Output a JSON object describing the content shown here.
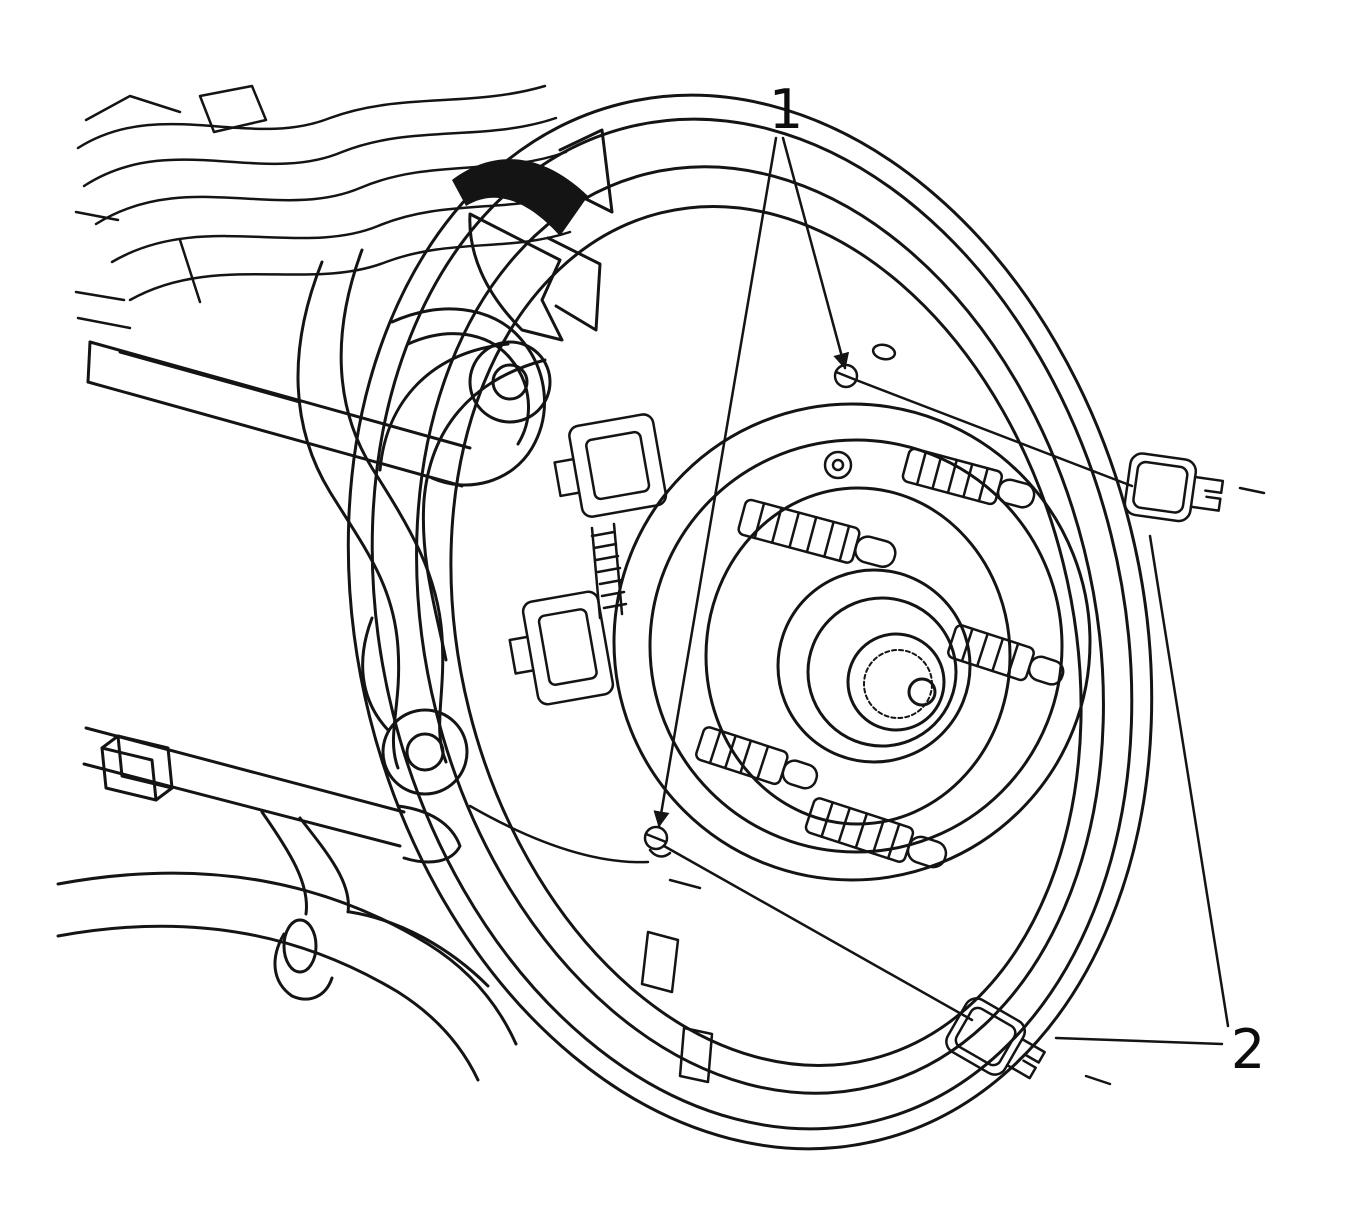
{
  "figure": {
    "type": "technical-illustration",
    "subject": "rear-wheel-hub-and-brake-backing-plate",
    "background_color": "#ffffff",
    "line_color": "#141414",
    "callouts": [
      {
        "label": "1"
      },
      {
        "label": "2"
      }
    ]
  }
}
